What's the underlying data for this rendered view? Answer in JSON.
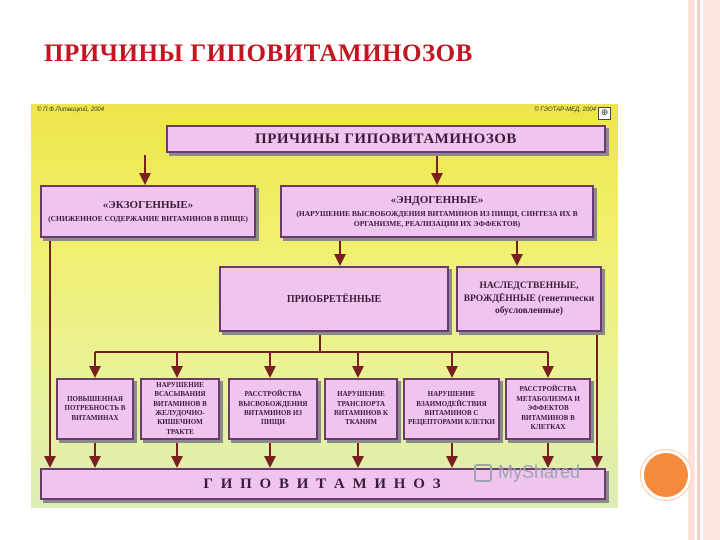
{
  "slide": {
    "title": "ПРИЧИНЫ ГИПОВИТАМИНОЗОВ"
  },
  "diagram": {
    "credit_left": "© П.Ф.Литвицкий, 2004",
    "credit_right": "© ГЭОТАР-МЕД, 2004",
    "header": "ПРИЧИНЫ ГИПОВИТАМИНОЗОВ",
    "exogenous": {
      "title": "«ЭКЗОГЕННЫЕ»",
      "desc": "(СНИЖЕННОЕ СОДЕРЖАНИЕ ВИТАМИНОВ В ПИЩЕ)"
    },
    "endogenous": {
      "title": "«ЭНДОГЕННЫЕ»",
      "desc": "(НАРУШЕНИЕ ВЫСВОБОЖДЕНИЯ ВИТАМИНОВ ИЗ ПИЩИ, СИНТЕЗА ИХ В ОРГАНИЗМЕ, РЕАЛИЗАЦИИ ИХ ЭФФЕКТОВ)"
    },
    "acquired": "ПРИОБРЕТЁННЫЕ",
    "hereditary": "НАСЛЕДСТВЕННЫЕ, ВРОЖДЁННЫЕ (генетически обусловленные)",
    "causes": [
      "ПОВЫШЕННАЯ ПОТРЕБНОСТЬ В ВИТАМИНАХ",
      "НАРУШЕНИЕ ВСАСЫВАНИЯ ВИТАМИНОВ В ЖЕЛУДОЧНО-КИШЕЧНОМ ТРАКТЕ",
      "РАССТРОЙСТВА ВЫСВОБОЖДЕНИЯ ВИТАМИНОВ ИЗ ПИЩИ",
      "НАРУШЕНИЕ ТРАНСПОРТА ВИТАМИНОВ К ТКАНЯМ",
      "НАРУШЕНИЕ ВЗАИМОДЕЙСТВИЯ ВИТАМИНОВ С РЕЦЕПТОРАМИ КЛЕТКИ",
      "РАССТРОЙСТВА МЕТАБОЛИЗМА И ЭФФЕКТОВ ВИТАМИНОВ В КЛЕТКАХ"
    ],
    "result": "Г И П О В И Т А М И Н О З"
  },
  "watermark": "MyShared",
  "colors": {
    "title": "#c0161f",
    "box_fill": "#efc4ef",
    "box_border": "#6d3a6d",
    "arrows": "#7a1f1f",
    "accent_dot": "#f58a3a"
  }
}
